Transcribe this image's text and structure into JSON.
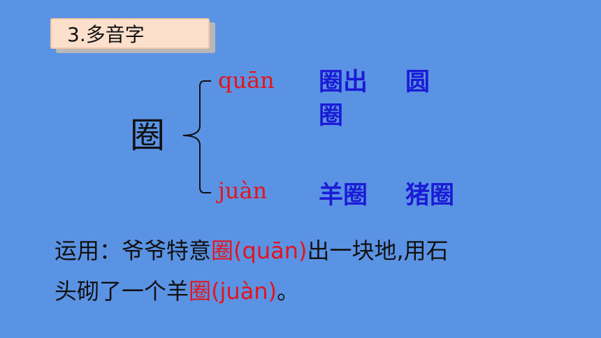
{
  "title": "3.多音字",
  "main_character": "圈",
  "readings": [
    {
      "pinyin": "quān",
      "words": [
        "圈出",
        "圆",
        "圈"
      ]
    },
    {
      "pinyin": "juàn",
      "words": [
        "羊圈",
        "猪圈"
      ]
    }
  ],
  "usage": {
    "line1": {
      "pre": "运用：爷爷特意",
      "hl_char": "圈",
      "hl_pinyin": "(quān)",
      "post": "出一块地,用石"
    },
    "line2": {
      "pre": "头砌了一个羊",
      "hl_char": "圈",
      "hl_pinyin": "(juàn)",
      "post": "。"
    }
  },
  "colors": {
    "background": "#5b93e4",
    "pinyin": "#e4141b",
    "words": "#1b1bd6",
    "title_box": "#fde0cc"
  }
}
